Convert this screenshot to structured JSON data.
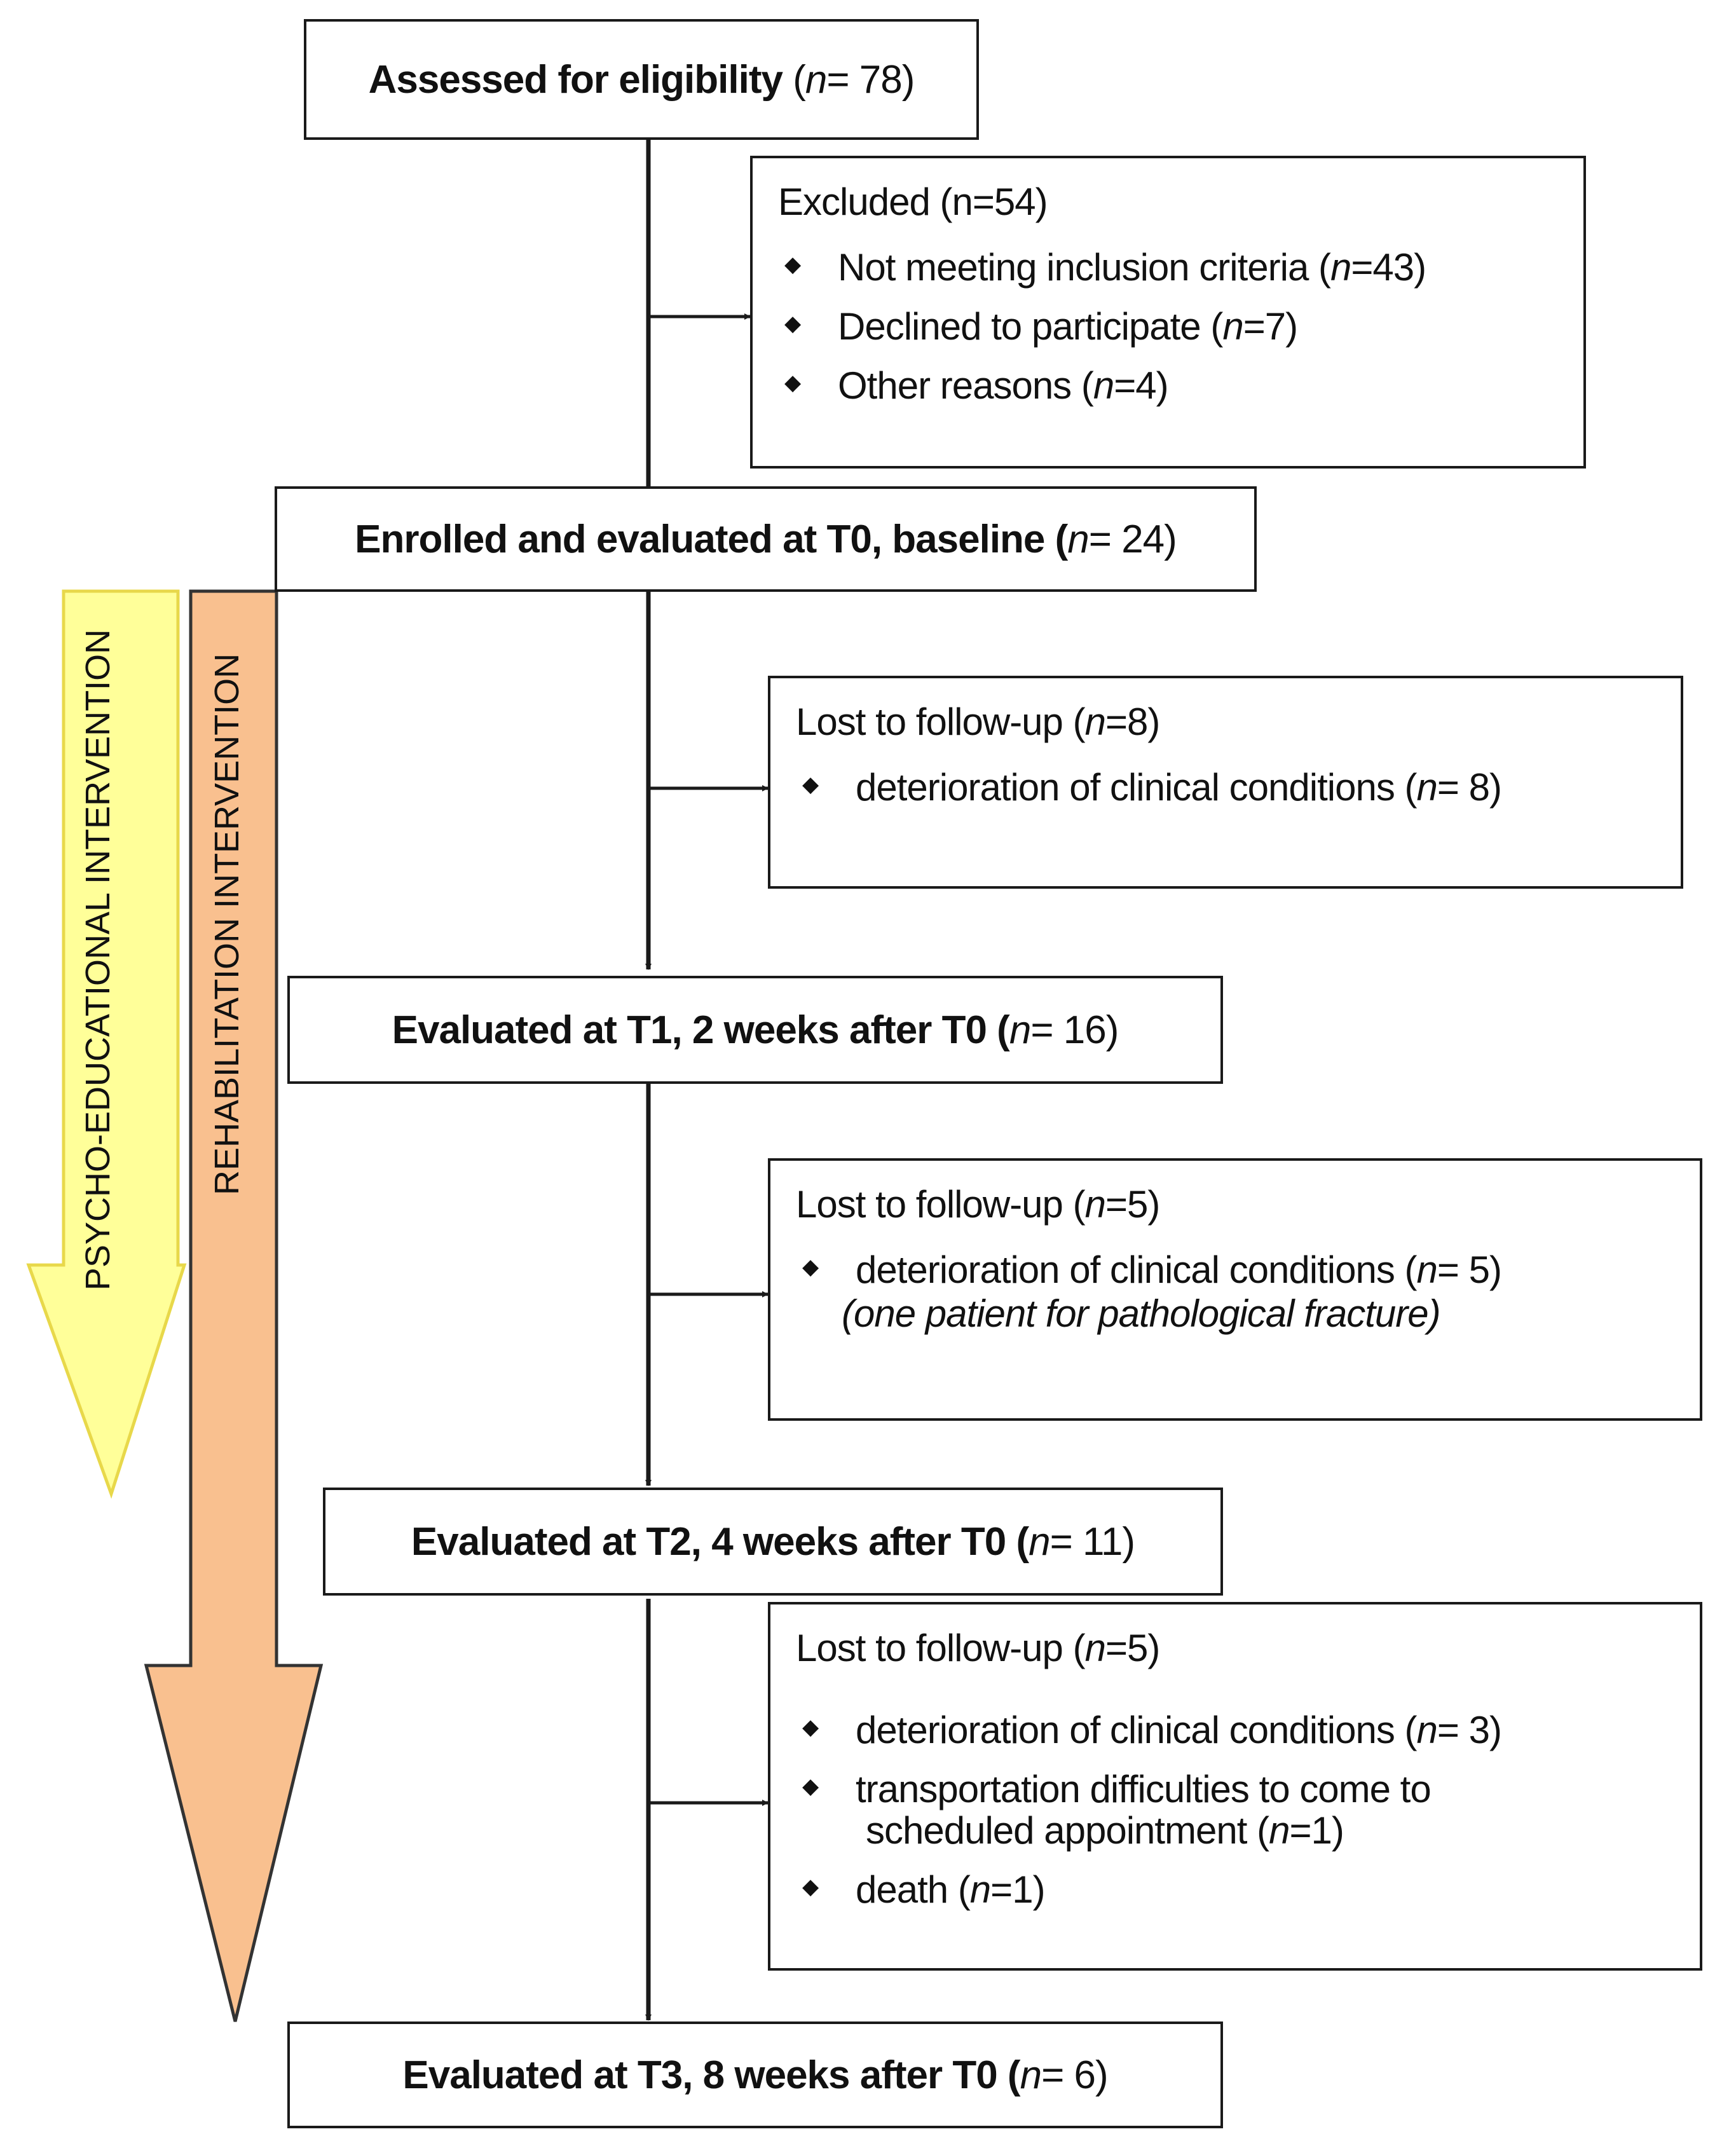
{
  "assessed": {
    "text": "Assessed for eligibility",
    "n_prefix": "(",
    "n_label": "n",
    "n_value": "= 78)"
  },
  "excluded": {
    "header": "Excluded  (n=54)",
    "bullet": "◆",
    "items": [
      {
        "text": "Not meeting inclusion criteria (",
        "n": "n",
        "val": "=43)"
      },
      {
        "text": "Declined to participate (",
        "n": "n",
        "val": "=7)"
      },
      {
        "text": "Other reasons (",
        "n": "n",
        "val": "=4)"
      }
    ]
  },
  "enrolled": {
    "text": "Enrolled and evaluated at T0, baseline (",
    "n": "n",
    "val": "= 24)"
  },
  "lost1": {
    "header_pre": "Lost to follow-up (",
    "header_n": "n",
    "header_val": "=8)",
    "items": [
      {
        "text": "deterioration of clinical conditions (",
        "n": "n",
        "val": "= 8)"
      }
    ]
  },
  "t1": {
    "text": "Evaluated at T1, 2 weeks after T0 (",
    "n": "n",
    "val": "= 16)"
  },
  "lost2": {
    "header_pre": "Lost to follow-up (",
    "header_n": "n",
    "header_val": "=5)",
    "items": [
      {
        "text": "deterioration of clinical conditions (",
        "n": "n",
        "val": "= 5)"
      }
    ],
    "note": "(one patient for pathological fracture)"
  },
  "t2": {
    "text": "Evaluated at T2, 4 weeks after T0 (",
    "n": "n",
    "val": "= 11)"
  },
  "lost3": {
    "header_pre": "Lost to follow-up (",
    "header_n": "n",
    "header_val": "=5)",
    "items": [
      {
        "text": "deterioration of clinical conditions (",
        "n": "n",
        "val": "= 3)"
      },
      {
        "text": "transportation difficulties to come to",
        "cont_pre": "scheduled appointment (",
        "n": "n",
        "val": "=1)"
      },
      {
        "text": "death  (",
        "n": "n",
        "val": "=1)"
      }
    ]
  },
  "t3": {
    "text": "Evaluated at T3, 8 weeks after T0 (",
    "n": "n",
    "val": "= 6)"
  },
  "arrows": {
    "psycho_label": "PSYCHO-EDUCATIONAL INTERVENTION",
    "psycho_color": "#ffff99",
    "psycho_stroke": "#e8d84a",
    "rehab_label": "REHABILITATION INTERVENTION",
    "rehab_color": "#f9c08f",
    "rehab_stroke": "#333333"
  }
}
